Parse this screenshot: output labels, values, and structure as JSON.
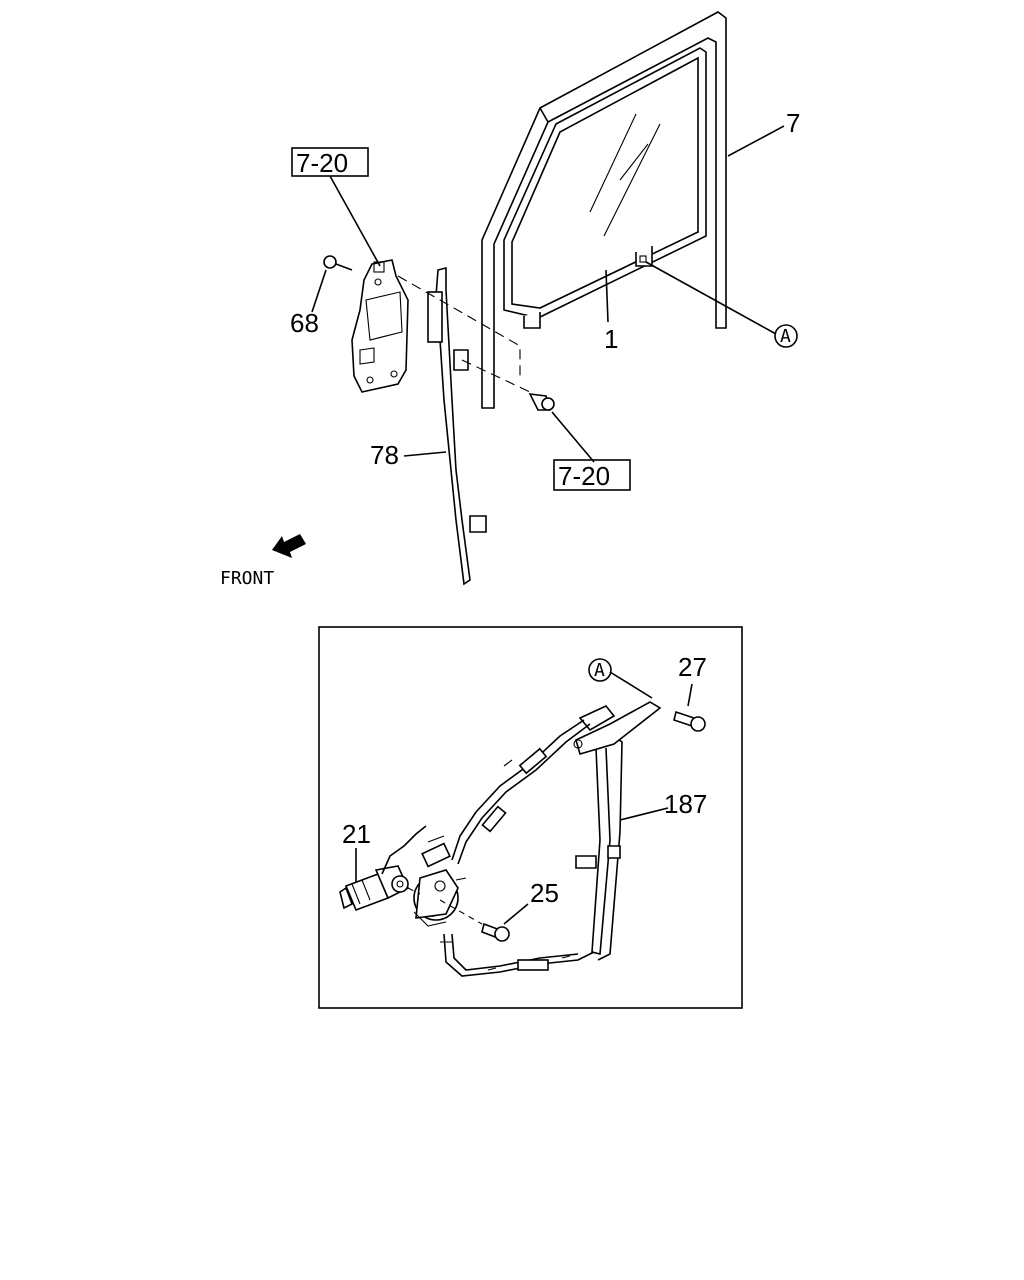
{
  "callouts": {
    "door_frame": "7",
    "glass": "1",
    "ref_top": "7-20",
    "ref_bottom": "7-20",
    "screw": "68",
    "channel": "78",
    "marker_top": "A",
    "marker_inset": "A",
    "bolt_top": "27",
    "regulator": "187",
    "motor": "21",
    "bolt_bottom": "25"
  },
  "front_label": "FRONT"
}
